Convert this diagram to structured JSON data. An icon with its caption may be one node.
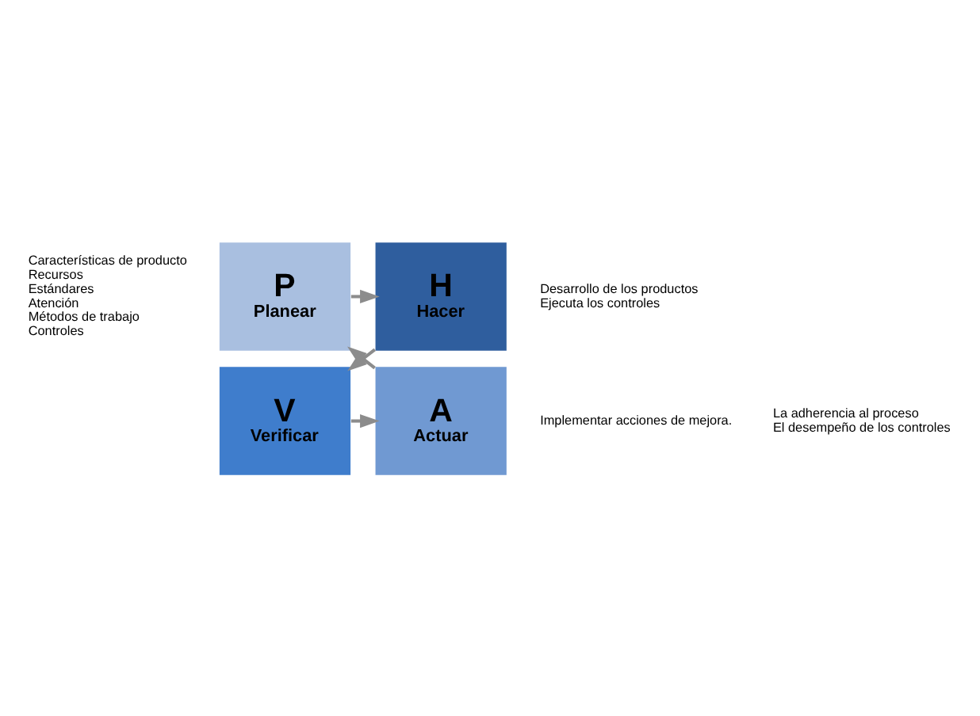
{
  "diagram": {
    "nodes": [
      {
        "text": [
          "P",
          "Planear"
        ],
        "beside": [
          "Características de producto",
          "Recursos",
          "Estándares",
          "Atención",
          "Métodos de trabajo",
          "Controles"
        ]
      },
      {
        "text": [
          "H",
          "Hacer"
        ],
        "beside": [
          "Desarrollo de los productos",
          "Ejecuta los controles"
        ]
      },
      {
        "text": [
          "V",
          "Verificar"
        ],
        "beside": [
          "La adherencia al proceso",
          "El desempeño de los controles"
        ]
      },
      {
        "text": [
          "A",
          "Actuar"
        ],
        "beside": [
          "Implementar acciones de mejora."
        ]
      }
    ],
    "edges": [
      {
        "from": 0,
        "to": 1,
        "arrow": "to"
      },
      {
        "from": 1,
        "to": 2,
        "arrow": "to"
      },
      {
        "from": 2,
        "to": 3,
        "arrow": "to"
      },
      {
        "from": 3,
        "to": 0,
        "arrow": "to"
      }
    ]
  }
}
